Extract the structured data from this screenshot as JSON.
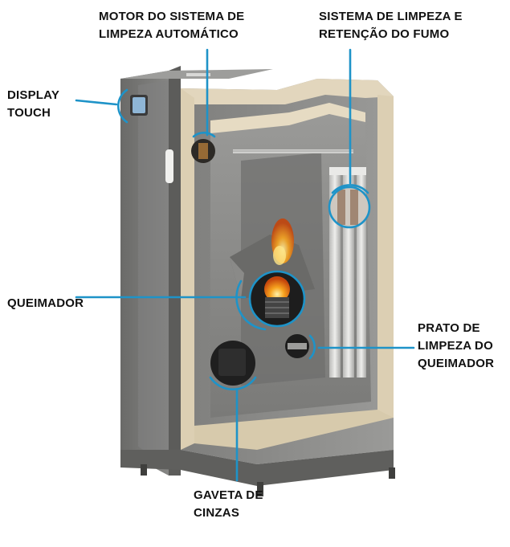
{
  "colors": {
    "accent": "#1e93c8",
    "panel": "#8c8c8a",
    "panel_dark": "#6f6f6d",
    "insulation": "#e2d6bd",
    "label_text": "#111111"
  },
  "labels": {
    "motor": "MOTOR DO SISTEMA DE\nLIMPEZA AUTOMÁTICO",
    "limpeza": "SISTEMA DE LIMPEZA E\nRETENÇÃO DO FUMO",
    "display": "DISPLAY\nTOUCH",
    "queimador": "QUEIMADOR",
    "prato": "PRATO DE\nLIMPEZA DO\nQUEIMADOR",
    "gaveta": "GAVETA DE\nCINZAS"
  },
  "icons": [
    "display-touch-icon",
    "flame-icon",
    "cleaning-motor-icon",
    "ash-drawer-icon",
    "burner-plate-icon",
    "smoke-tubes-icon"
  ]
}
